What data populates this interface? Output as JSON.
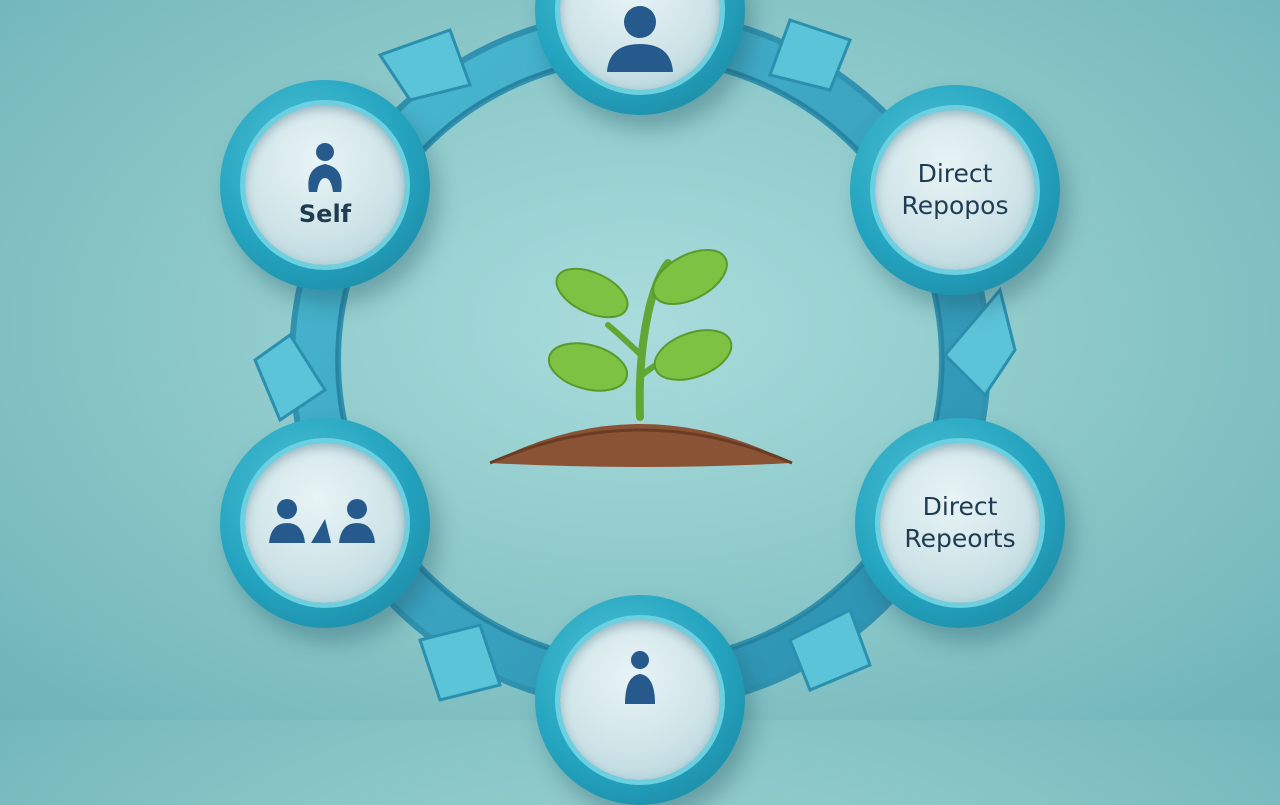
{
  "nodes": {
    "top": {
      "icon": "person-icon"
    },
    "self": {
      "label": "Self",
      "icon": "person-icon"
    },
    "direct_repopos": {
      "label_line1": "Direct",
      "label_line2": "Repopos"
    },
    "peers": {
      "icon": "group-icon"
    },
    "direct_reports": {
      "label_line1": "Direct",
      "label_line2": "Repeorts"
    },
    "bottom": {
      "icon": "person-icon"
    }
  },
  "center": {
    "icon": "sprout-icon"
  },
  "colors": {
    "ring": "#2aa8c4",
    "ring_dark": "#1b7f98",
    "icon": "#275a8c",
    "leaf": "#7dc242",
    "soil": "#8a5335"
  }
}
